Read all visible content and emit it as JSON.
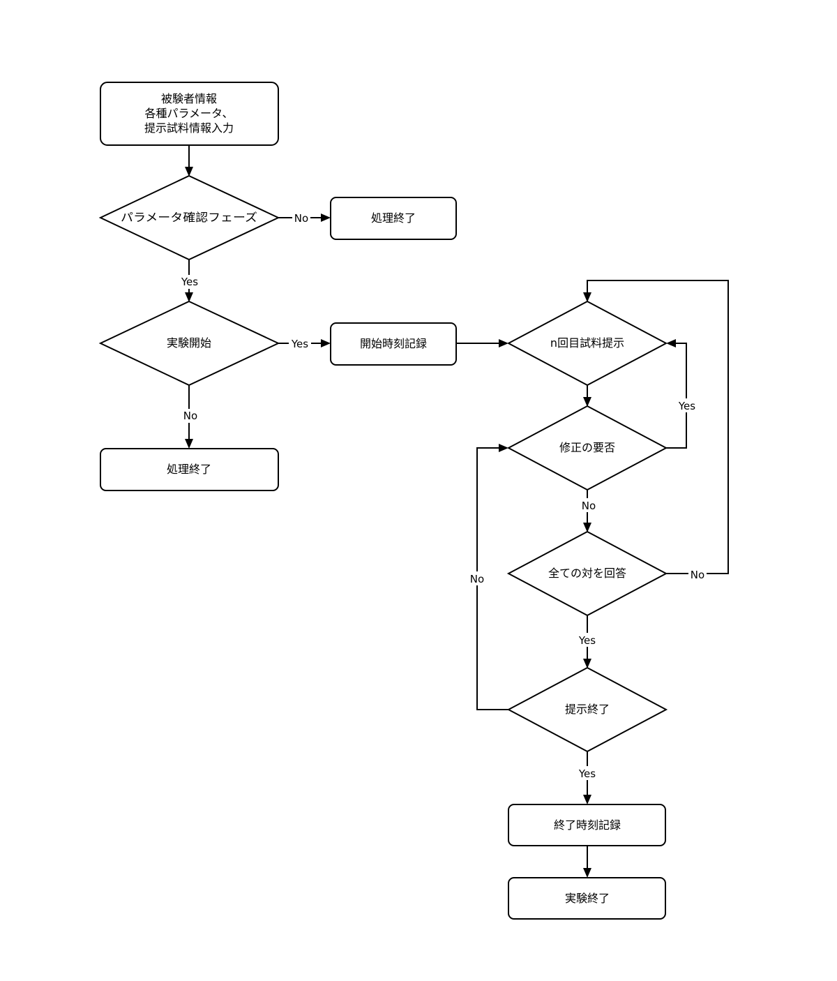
{
  "colors": {
    "stroke": "#000000",
    "fill": "#ffffff",
    "text": "#000000",
    "background": "#ffffff"
  },
  "nodes": {
    "input": {
      "shape": "rounded-rect",
      "lines": [
        "被験者情報",
        "各種パラメータ、",
        "提示試料情報入力"
      ]
    },
    "param_check": {
      "shape": "diamond",
      "lines": [
        "パラメータ確認フェーズ"
      ]
    },
    "end_process_1": {
      "shape": "rounded-rect",
      "lines": [
        "処理終了"
      ]
    },
    "start_exp": {
      "shape": "diamond",
      "lines": [
        "実験開始"
      ]
    },
    "end_process_2": {
      "shape": "rounded-rect",
      "lines": [
        "処理終了"
      ]
    },
    "record_start": {
      "shape": "rounded-rect",
      "lines": [
        "開始時刻記録"
      ]
    },
    "present_n": {
      "shape": "diamond",
      "lines": [
        "n回目試料提示"
      ]
    },
    "need_fix": {
      "shape": "diamond",
      "lines": [
        "修正の要否"
      ]
    },
    "all_answered": {
      "shape": "diamond",
      "lines": [
        "全ての対を回答"
      ]
    },
    "present_end": {
      "shape": "diamond",
      "lines": [
        "提示終了"
      ]
    },
    "record_end": {
      "shape": "rounded-rect",
      "lines": [
        "終了時刻記録"
      ]
    },
    "exp_end": {
      "shape": "rounded-rect",
      "lines": [
        "実験終了"
      ]
    }
  },
  "edges": {
    "input_to_param": {
      "from": "input",
      "to": "param_check",
      "label": ""
    },
    "param_no": {
      "from": "param_check",
      "to": "end_process_1",
      "label": "No"
    },
    "param_yes": {
      "from": "param_check",
      "to": "start_exp",
      "label": "Yes"
    },
    "start_yes": {
      "from": "start_exp",
      "to": "record_start",
      "label": "Yes"
    },
    "start_no": {
      "from": "start_exp",
      "to": "end_process_2",
      "label": "No"
    },
    "record_to_present": {
      "from": "record_start",
      "to": "present_n",
      "label": ""
    },
    "present_to_fix": {
      "from": "present_n",
      "to": "need_fix",
      "label": ""
    },
    "fix_yes": {
      "from": "need_fix",
      "to": "present_n",
      "label": "Yes"
    },
    "fix_no": {
      "from": "need_fix",
      "to": "all_answered",
      "label": "No"
    },
    "all_no": {
      "from": "all_answered",
      "to": "present_n",
      "label": "No"
    },
    "all_yes": {
      "from": "all_answered",
      "to": "present_end",
      "label": "Yes"
    },
    "pend_no": {
      "from": "present_end",
      "to": "need_fix",
      "label": "No"
    },
    "pend_yes": {
      "from": "present_end",
      "to": "record_end",
      "label": "Yes"
    },
    "rend_to_exp": {
      "from": "record_end",
      "to": "exp_end",
      "label": ""
    }
  }
}
